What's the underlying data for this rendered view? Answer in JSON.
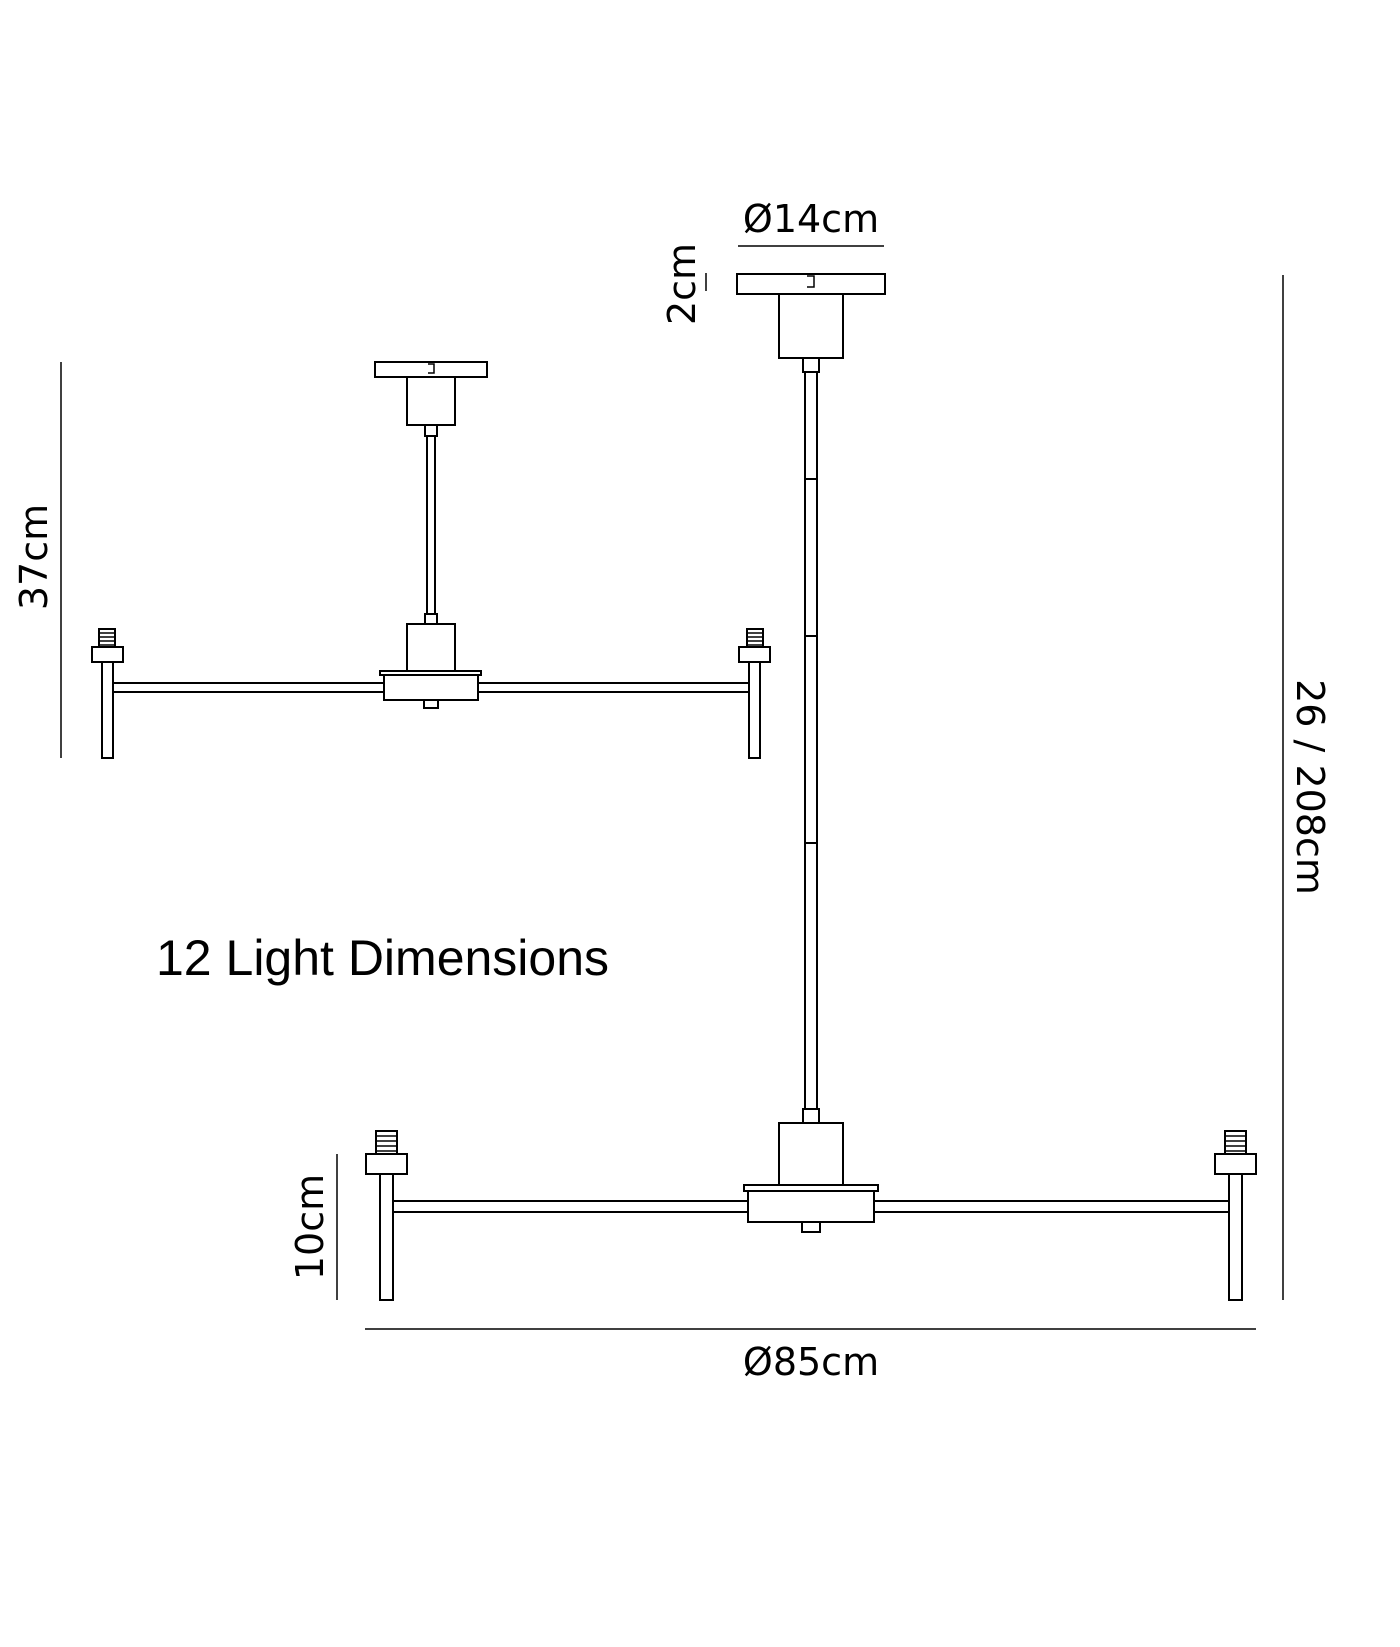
{
  "title": "12 Light Dimensions",
  "dimensions": {
    "canopy_diameter": "Ø14cm",
    "canopy_height": "2cm",
    "short_drop": "37cm",
    "overall_drop": "26 / 208cm",
    "arm_height": "10cm",
    "overall_diameter": "Ø85cm"
  }
}
